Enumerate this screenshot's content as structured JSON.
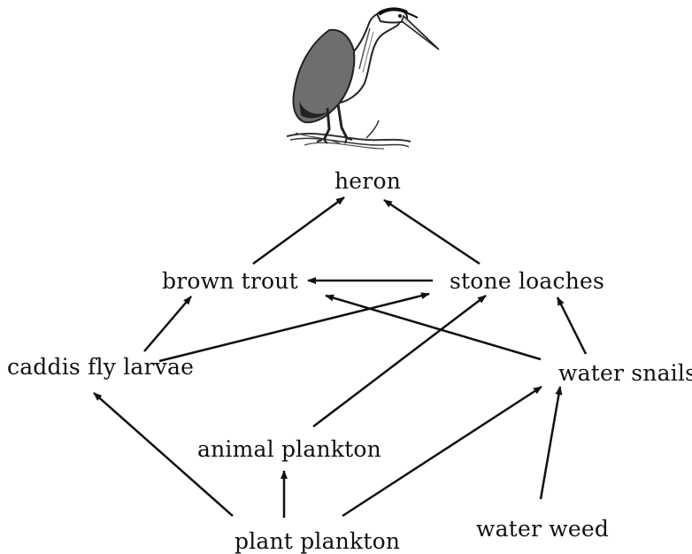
{
  "organisms": {
    "heron": "heron",
    "brown_trout": "brown trout",
    "stone_loaches": "stone loaches",
    "caddis_fly_larvae": "caddis fly larvae",
    "water_snails": "water snails",
    "animal_plankton": "animal plankton",
    "plant_plankton": "plant plankton",
    "water_weed": "water weed"
  },
  "feeding_links": [
    {
      "from": "brown trout",
      "to": "heron"
    },
    {
      "from": "stone loaches",
      "to": "heron"
    },
    {
      "from": "stone loaches",
      "to": "brown trout"
    },
    {
      "from": "caddis fly larvae",
      "to": "brown trout"
    },
    {
      "from": "caddis fly larvae",
      "to": "stone loaches"
    },
    {
      "from": "water snails",
      "to": "brown trout"
    },
    {
      "from": "water snails",
      "to": "stone loaches"
    },
    {
      "from": "animal plankton",
      "to": "stone loaches"
    },
    {
      "from": "plant plankton",
      "to": "caddis fly larvae"
    },
    {
      "from": "plant plankton",
      "to": "animal plankton"
    },
    {
      "from": "plant plankton",
      "to": "water snails"
    },
    {
      "from": "water weed",
      "to": "water snails"
    }
  ]
}
